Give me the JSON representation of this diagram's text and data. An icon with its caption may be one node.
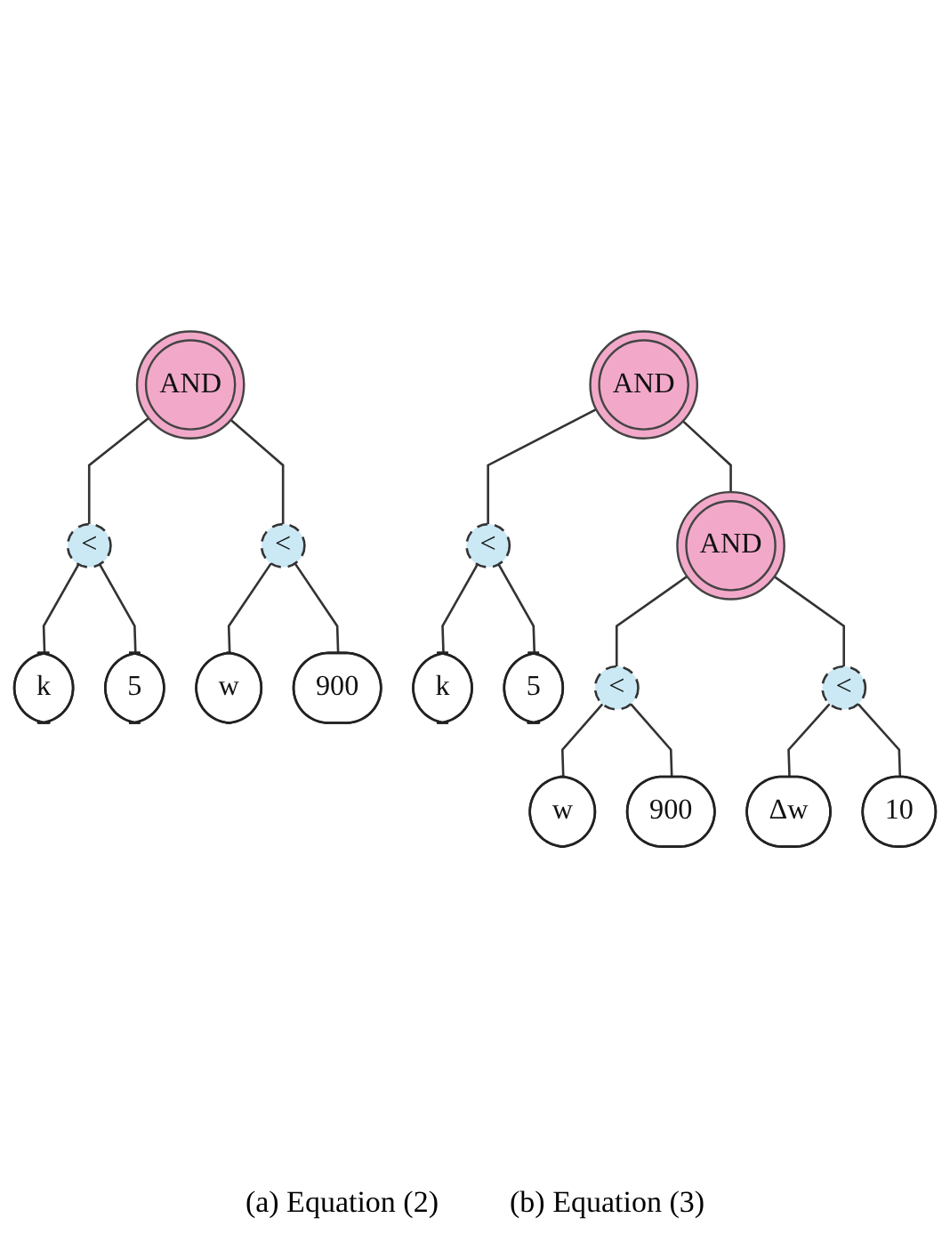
{
  "diagram": {
    "nodes": [
      {
        "text": [
          "AND"
        ]
      },
      {
        "text": [
          "<"
        ]
      },
      {
        "text": [
          "<"
        ]
      },
      {
        "text": [
          "k"
        ]
      },
      {
        "text": [
          "5"
        ]
      },
      {
        "text": [
          "w"
        ]
      },
      {
        "text": [
          "900"
        ]
      },
      {
        "text": [
          "AND"
        ]
      },
      {
        "text": [
          "<"
        ]
      },
      {
        "text": [
          "AND"
        ]
      },
      {
        "text": [
          "k"
        ]
      },
      {
        "text": [
          "5"
        ]
      },
      {
        "text": [
          "<"
        ]
      },
      {
        "text": [
          "<"
        ]
      },
      {
        "text": [
          "w"
        ]
      },
      {
        "text": [
          "900"
        ]
      },
      {
        "text": [
          "Δw"
        ]
      },
      {
        "text": [
          "10"
        ]
      }
    ],
    "edges": [
      {
        "from": 0,
        "to": 1,
        "arrow": "none"
      },
      {
        "from": 0,
        "to": 2,
        "arrow": "none"
      },
      {
        "from": 1,
        "to": 3,
        "arrow": "none"
      },
      {
        "from": 1,
        "to": 4,
        "arrow": "none"
      },
      {
        "from": 2,
        "to": 5,
        "arrow": "none"
      },
      {
        "from": 2,
        "to": 6,
        "arrow": "none"
      },
      {
        "from": 7,
        "to": 8,
        "arrow": "none"
      },
      {
        "from": 7,
        "to": 9,
        "arrow": "none"
      },
      {
        "from": 8,
        "to": 10,
        "arrow": "none"
      },
      {
        "from": 8,
        "to": 11,
        "arrow": "none"
      },
      {
        "from": 9,
        "to": 12,
        "arrow": "none"
      },
      {
        "from": 9,
        "to": 13,
        "arrow": "none"
      },
      {
        "from": 12,
        "to": 14,
        "arrow": "none"
      },
      {
        "from": 12,
        "to": 15,
        "arrow": "none"
      },
      {
        "from": 13,
        "to": 16,
        "arrow": "none"
      },
      {
        "from": 13,
        "to": 17,
        "arrow": "none"
      }
    ],
    "labels": [
      "(a) Equation (2)",
      "(b) Equation (3)"
    ]
  }
}
